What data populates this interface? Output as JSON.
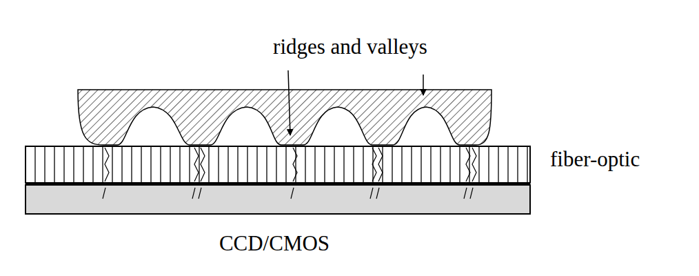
{
  "diagram": {
    "labels": [
      "ridges and valleys",
      "fiber-optic",
      "CCD/CMOS"
    ]
  }
}
